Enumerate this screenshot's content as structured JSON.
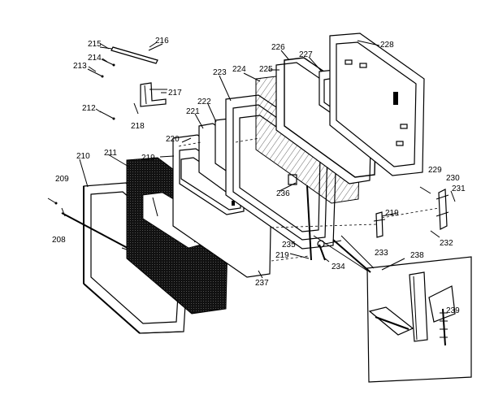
{
  "diagram": {
    "callouts": {
      "c215": "215",
      "c216": "216",
      "c213": "213",
      "c214": "214",
      "c217": "217",
      "c212": "212",
      "c218": "218",
      "c220": "220",
      "c221": "221",
      "c222": "222",
      "c223": "223",
      "c224": "224",
      "c225": "225",
      "c226": "226",
      "c227": "227",
      "c228": "228",
      "c219a": "219",
      "c211": "211",
      "c210": "210",
      "c209": "209",
      "c208": "208",
      "c236": "236",
      "c229": "229",
      "c230": "230",
      "c231": "231",
      "c219b": "219",
      "c232": "232",
      "c233": "233",
      "c235": "235",
      "c219c": "219",
      "c234": "234",
      "c237": "237",
      "c238": "238",
      "c239": "239"
    }
  }
}
